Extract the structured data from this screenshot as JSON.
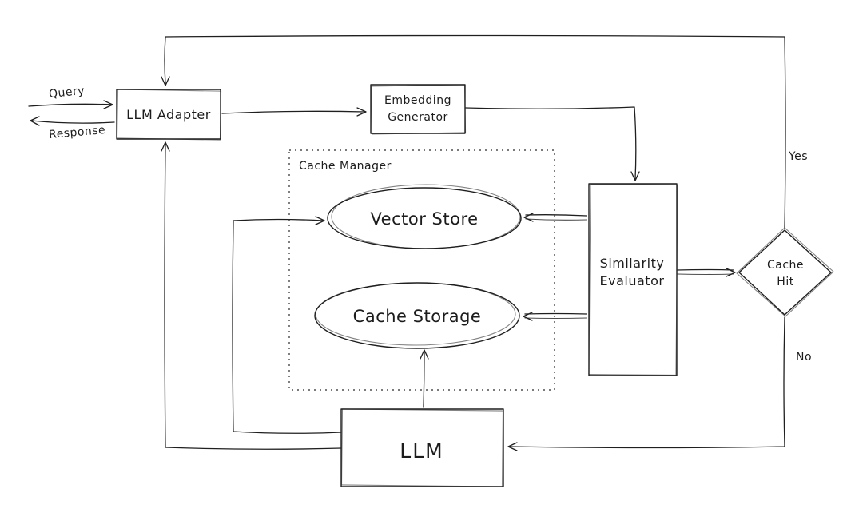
{
  "colors": {
    "background": "#ffffff",
    "stroke": "#1f1f1f"
  },
  "nodes": {
    "llm_adapter": {
      "label": "LLM Adapter"
    },
    "embedding_generator": {
      "line1": "Embedding",
      "line2": "Generator"
    },
    "cache_manager": {
      "label": "Cache Manager"
    },
    "vector_store": {
      "label": "Vector Store"
    },
    "cache_storage": {
      "label": "Cache Storage"
    },
    "similarity_evaluator": {
      "line1": "Similarity",
      "line2": "Evaluator"
    },
    "cache_hit": {
      "line1": "Cache",
      "line2": "Hit"
    },
    "llm": {
      "label": "LLM"
    }
  },
  "edge_labels": {
    "query": "Query",
    "response": "Response",
    "yes": "Yes",
    "no": "No"
  },
  "edges": [
    {
      "from": "external",
      "to": "llm_adapter",
      "label": "Query"
    },
    {
      "from": "llm_adapter",
      "to": "external",
      "label": "Response"
    },
    {
      "from": "llm_adapter",
      "to": "embedding_generator",
      "label": ""
    },
    {
      "from": "embedding_generator",
      "to": "similarity_evaluator",
      "label": ""
    },
    {
      "from": "similarity_evaluator",
      "to": "vector_store",
      "label": ""
    },
    {
      "from": "similarity_evaluator",
      "to": "cache_storage",
      "label": ""
    },
    {
      "from": "similarity_evaluator",
      "to": "cache_hit",
      "label": ""
    },
    {
      "from": "cache_hit",
      "to": "llm_adapter",
      "label": "Yes"
    },
    {
      "from": "cache_hit",
      "to": "llm",
      "label": "No"
    },
    {
      "from": "llm",
      "to": "llm_adapter",
      "label": ""
    },
    {
      "from": "llm",
      "to": "vector_store",
      "label": ""
    },
    {
      "from": "llm",
      "to": "cache_storage",
      "label": ""
    }
  ]
}
